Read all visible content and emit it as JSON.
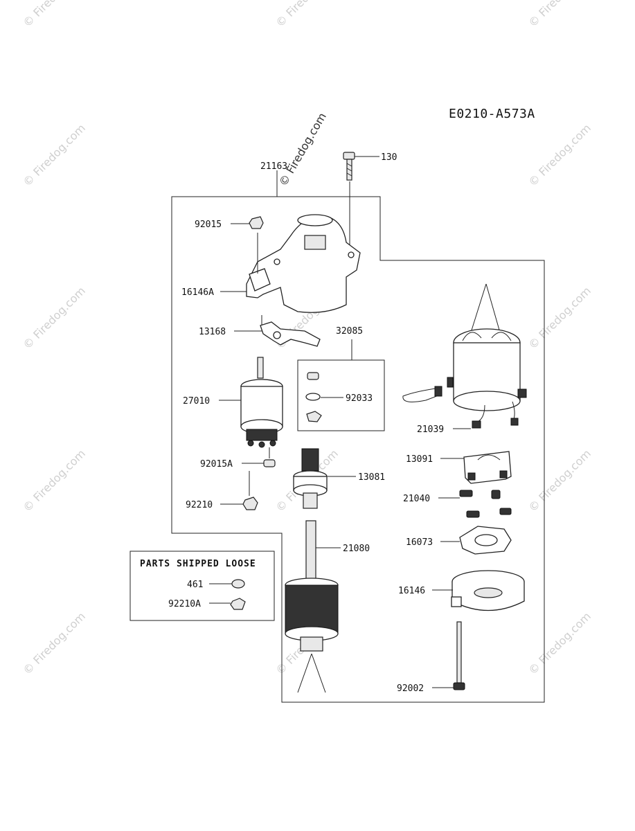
{
  "diagram_code": "E0210-A573A",
  "watermark": {
    "text": "© Firedog.com",
    "center_text": "© Firedog.com"
  },
  "parts_loose_box": {
    "title": "PARTS SHIPPED LOOSE"
  },
  "labels": {
    "p21163": "21163",
    "p130": "130",
    "p92015": "92015",
    "p16146A": "16146A",
    "p13168": "13168",
    "p32085": "32085",
    "p92033": "92033",
    "p27010": "27010",
    "p21039": "21039",
    "p13091": "13091",
    "p92015A": "92015A",
    "p13081": "13081",
    "p21040": "21040",
    "p92210": "92210",
    "p16073": "16073",
    "p21080": "21080",
    "p461": "461",
    "p92210A": "92210A",
    "p16146": "16146",
    "p92002": "92002"
  }
}
